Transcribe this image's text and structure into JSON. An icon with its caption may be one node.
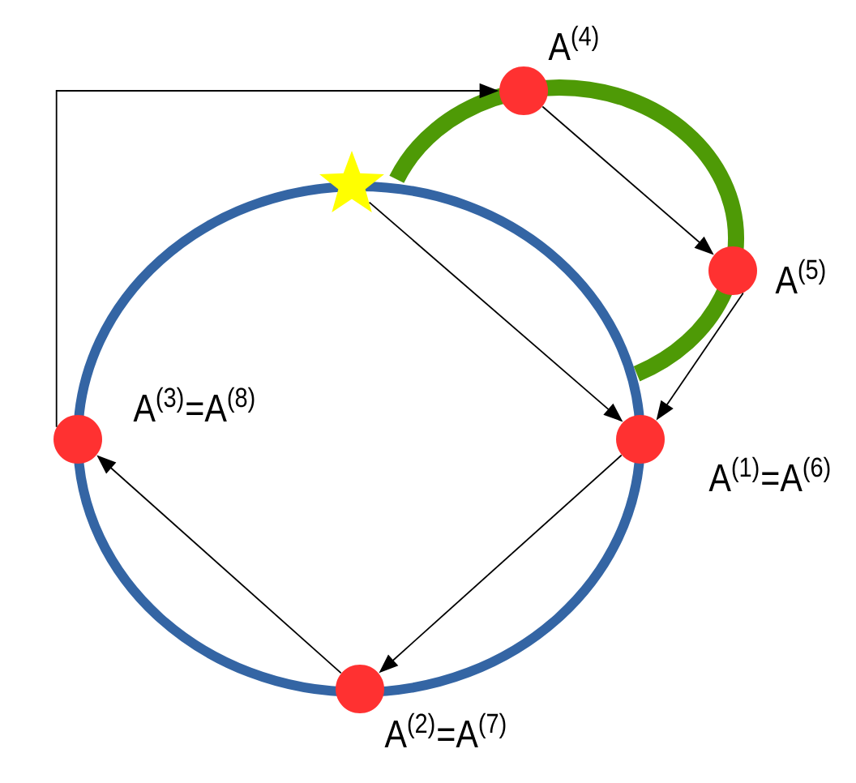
{
  "diagram": {
    "nodes": [
      {
        "text": [],
        "shape": "circle",
        "beside": [
          "A$^{(4)}$"
        ]
      },
      {
        "text": [],
        "shape": "star"
      },
      {
        "text": [],
        "shape": "circle",
        "beside": [
          "A$^{(5)}$"
        ]
      },
      {
        "text": [],
        "shape": "circle",
        "beside": [
          "A$^{(3)}$=A$^{(8)}$"
        ]
      },
      {
        "text": [],
        "shape": "circle",
        "beside": [
          "A$^{(1)}$=A$^{(6)}$"
        ]
      },
      {
        "text": [],
        "shape": "circle",
        "beside": [
          "A$^{(2)}$=A$^{(7)}$"
        ]
      }
    ],
    "edges": [
      {
        "from": 3,
        "to": 0,
        "arrow": "to"
      },
      {
        "from": 0,
        "to": 2,
        "arrow": "to"
      },
      {
        "from": 2,
        "to": 4,
        "arrow": "to"
      },
      {
        "from": 1,
        "to": 4,
        "arrow": "to"
      },
      {
        "from": 4,
        "to": 5,
        "arrow": "to"
      },
      {
        "from": 5,
        "to": 3,
        "arrow": "to"
      }
    ]
  }
}
